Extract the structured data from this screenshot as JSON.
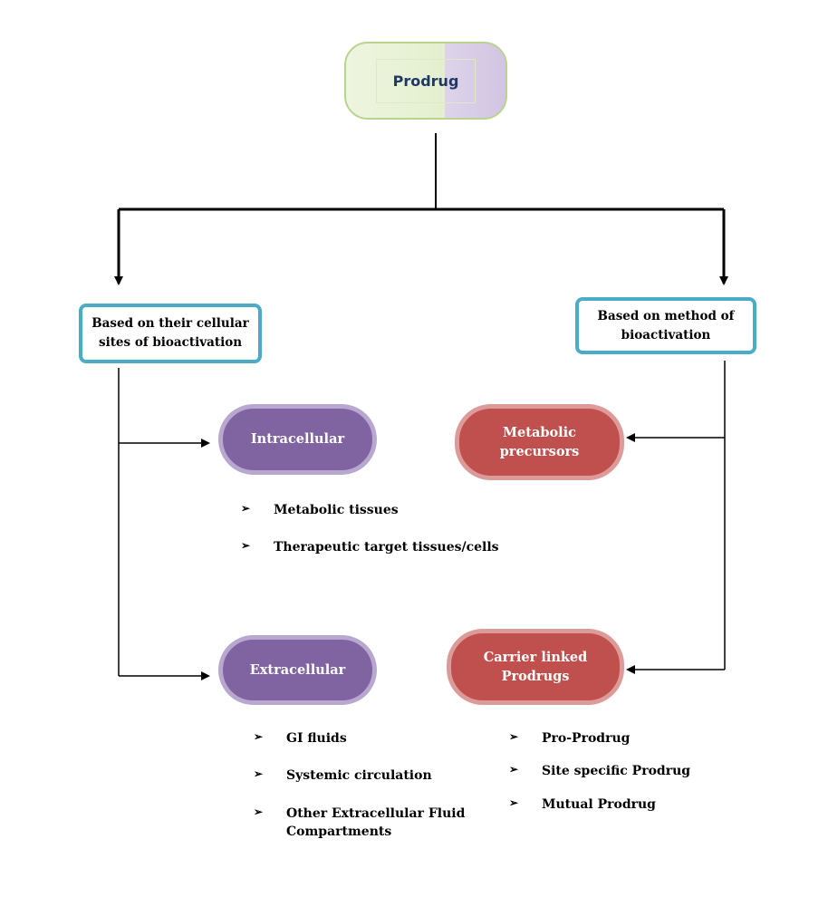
{
  "diagram": {
    "root": {
      "label": "Prodrug"
    },
    "categories": {
      "left": {
        "label": "Based on their cellular sites of bioactivation"
      },
      "right": {
        "label": "Based on method of bioactivation"
      }
    },
    "types": {
      "intracellular": {
        "label": "Intracellular",
        "items": [
          "Metabolic tissues",
          "Therapeutic target tissues/cells"
        ]
      },
      "extracellular": {
        "label": "Extracellular",
        "items": [
          "GI fluids",
          "Systemic circulation",
          "Other Extracellular Fluid Compartments"
        ]
      },
      "metabolic": {
        "label": "Metabolic precursors"
      },
      "carrier": {
        "label": "Carrier linked Prodrugs",
        "items": [
          "Pro-Prodrug",
          "Site specific Prodrug",
          "Mutual Prodrug"
        ]
      }
    },
    "bullet_glyph": "➢",
    "colors": {
      "purple_fill": "#8064a2",
      "red_fill": "#c0504d",
      "category_border": "#4bacc6",
      "root_text": "#1f3864"
    }
  }
}
